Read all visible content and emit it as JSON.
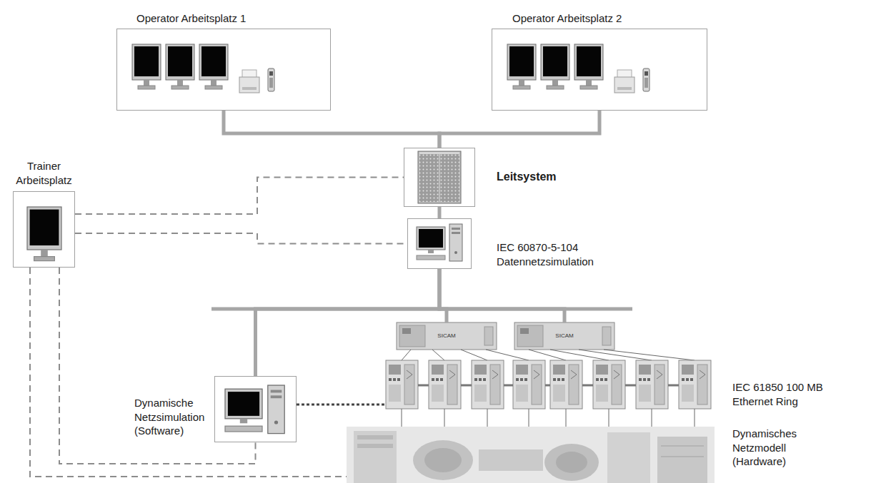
{
  "diagram": {
    "nodes": [
      {
        "text": [
          "Operator Arbeitsplatz 1"
        ]
      },
      {
        "text": [
          "Operator Arbeitsplatz 2"
        ]
      },
      {
        "text": [
          "Trainer Arbeitsplatz"
        ]
      },
      {
        "text": [
          "Leitsystem"
        ]
      },
      {
        "text": [
          "IEC 60870-5-104 Datennetzsimulation"
        ]
      },
      {
        "text": [
          "Dynamische Netzsimulation (Software)"
        ]
      },
      {
        "text": [
          "SICAM"
        ]
      },
      {
        "text": [
          "SICAM"
        ]
      },
      {
        "text": [
          "Dynamisches Netzmodell (Hardware)"
        ]
      }
    ],
    "edges": [
      {
        "from": 0,
        "to": 3,
        "arrow": "none"
      },
      {
        "from": 1,
        "to": 3,
        "arrow": "none"
      },
      {
        "from": 3,
        "to": 4,
        "arrow": "none"
      },
      {
        "from": 4,
        "to": 5,
        "arrow": "none"
      },
      {
        "from": 4,
        "to": 6,
        "arrow": "none"
      },
      {
        "from": 4,
        "to": 7,
        "arrow": "none"
      },
      {
        "from": 2,
        "to": 3,
        "arrow": "none"
      },
      {
        "from": 2,
        "to": 4,
        "arrow": "none"
      },
      {
        "from": 2,
        "to": 5,
        "arrow": "none"
      },
      {
        "from": 2,
        "to": 8,
        "arrow": "none"
      }
    ],
    "labels": [
      "IEC 61850 100 MB Ethernet Ring"
    ]
  }
}
